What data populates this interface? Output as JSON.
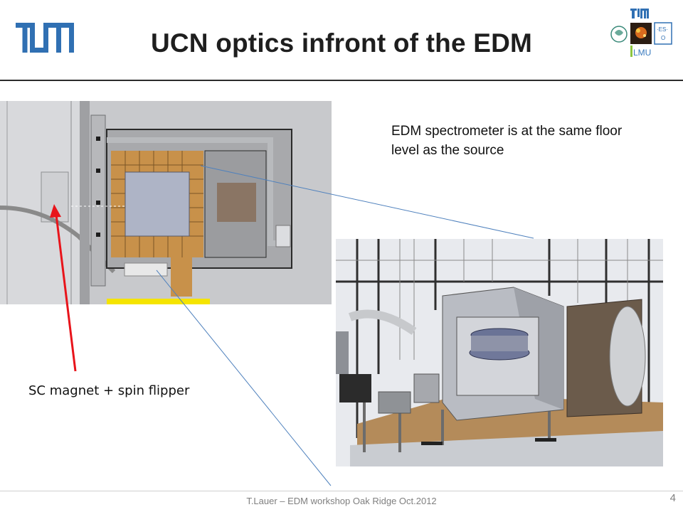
{
  "slide": {
    "title": "UCN optics infront of the EDM",
    "logo_text": "TUM",
    "corner_logo_texts": [
      "TUM",
      "LMU",
      "·ES·",
      "O"
    ],
    "annotation_edm": "EDM spectrometer is at the same floor level as the source",
    "annotation_sc": "SC magnet + spin flipper",
    "footer": "T.Lauer – EDM workshop Oak Ridge Oct.2012",
    "page_number": "4"
  },
  "colors": {
    "tum_blue": "#3070b3",
    "title": "#1e1e1e",
    "arrow_red": "#e8141b",
    "callout_line": "#4f81bd",
    "footer_gray": "#7f7f7f"
  },
  "images": {
    "floorplan": "cad-floor-plan-image",
    "render": "cad-3d-render-image"
  }
}
